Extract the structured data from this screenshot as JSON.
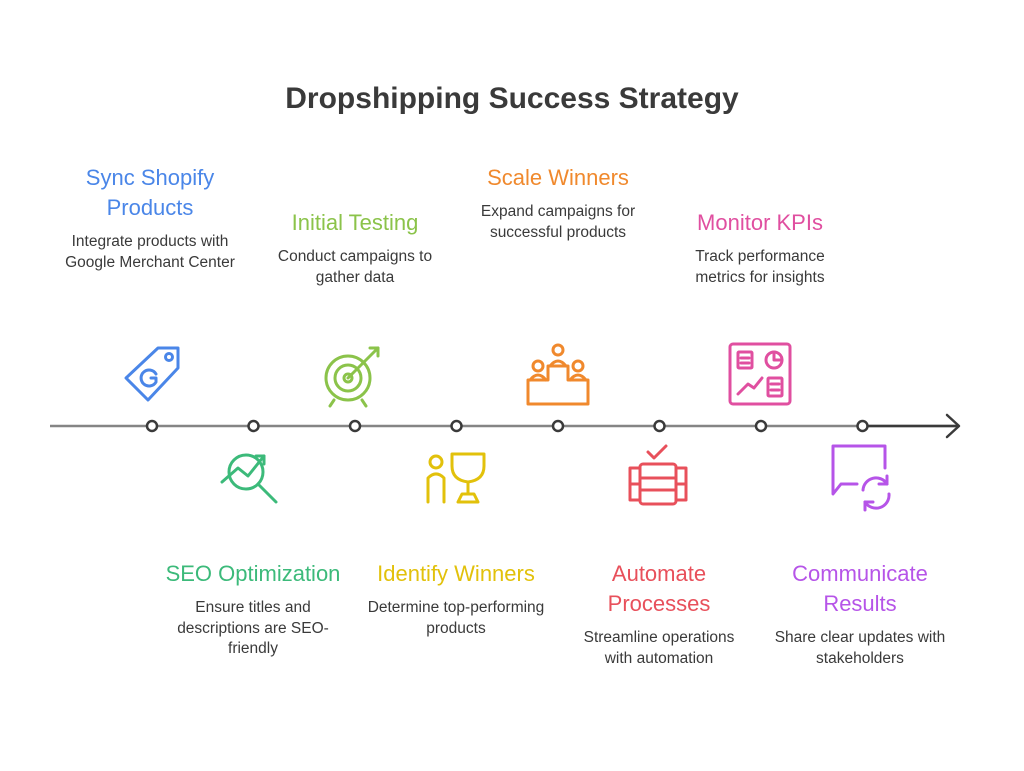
{
  "title": "Dropshipping Success Strategy",
  "steps": [
    {
      "title": "Sync Shopify Products",
      "desc": "Integrate products with Google Merchant Center",
      "color": "#4a86e8",
      "icon": "shopify-tag-icon"
    },
    {
      "title": "SEO Optimization",
      "desc": "Ensure titles and descriptions are SEO-friendly",
      "color": "#3cba7a",
      "icon": "seo-magnifier-icon"
    },
    {
      "title": "Initial Testing",
      "desc": "Conduct campaigns to gather data",
      "color": "#8bc34a",
      "icon": "target-icon"
    },
    {
      "title": "Identify Winners",
      "desc": "Determine top-performing products",
      "color": "#e2c10b",
      "icon": "trophy-icon"
    },
    {
      "title": "Scale Winners",
      "desc": "Expand campaigns for successful products",
      "color": "#f0892d",
      "icon": "podium-icon"
    },
    {
      "title": "Automate Processes",
      "desc": "Streamline operations with automation",
      "color": "#e8505b",
      "icon": "automation-icon"
    },
    {
      "title": "Monitor KPIs",
      "desc": "Track performance metrics for insights",
      "color": "#e04fa0",
      "icon": "kpi-dashboard-icon"
    },
    {
      "title": "Communicate Results",
      "desc": "Share clear updates with stakeholders",
      "color": "#b654e8",
      "icon": "chat-refresh-icon"
    }
  ]
}
